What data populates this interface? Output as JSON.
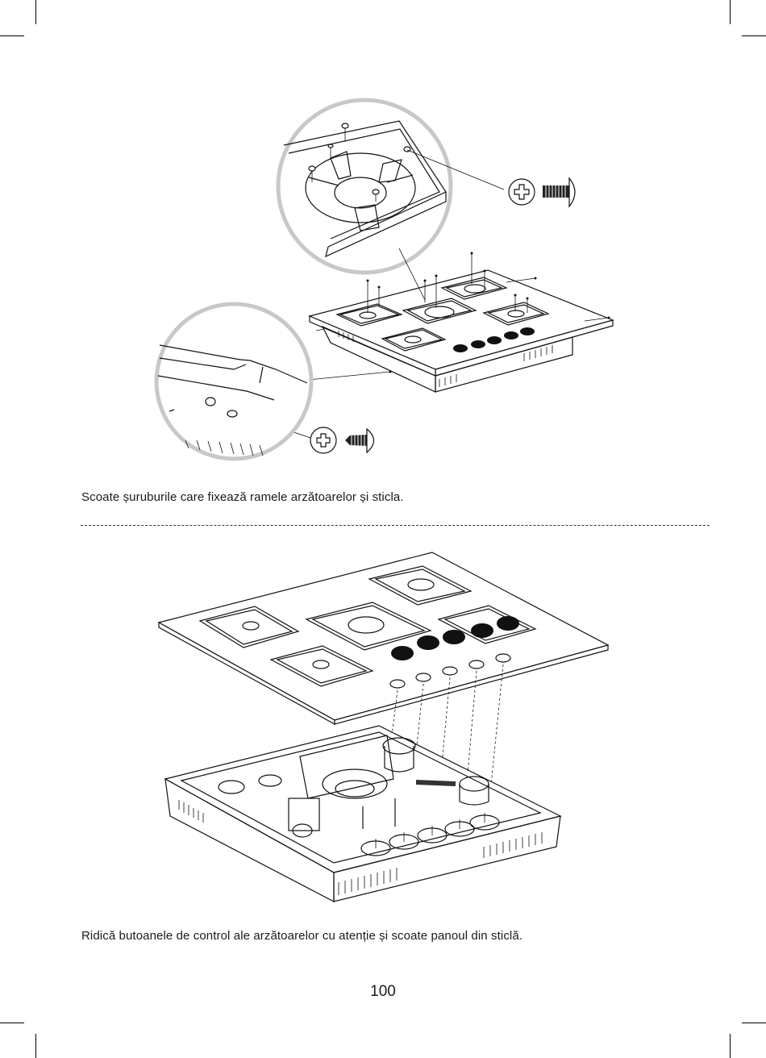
{
  "page": {
    "caption_top": "Scoate șuruburile care fixează ramele arzătoarelor și sticla.",
    "caption_bottom": "Ridică butoanele de control ale arzătoarelor cu atenție și scoate panoul din sticlă.",
    "page_number": "100"
  },
  "icons": {
    "screw_head_top": "phillips-screw-head-icon",
    "screw_head_bottom": "phillips-screw-head-icon"
  }
}
